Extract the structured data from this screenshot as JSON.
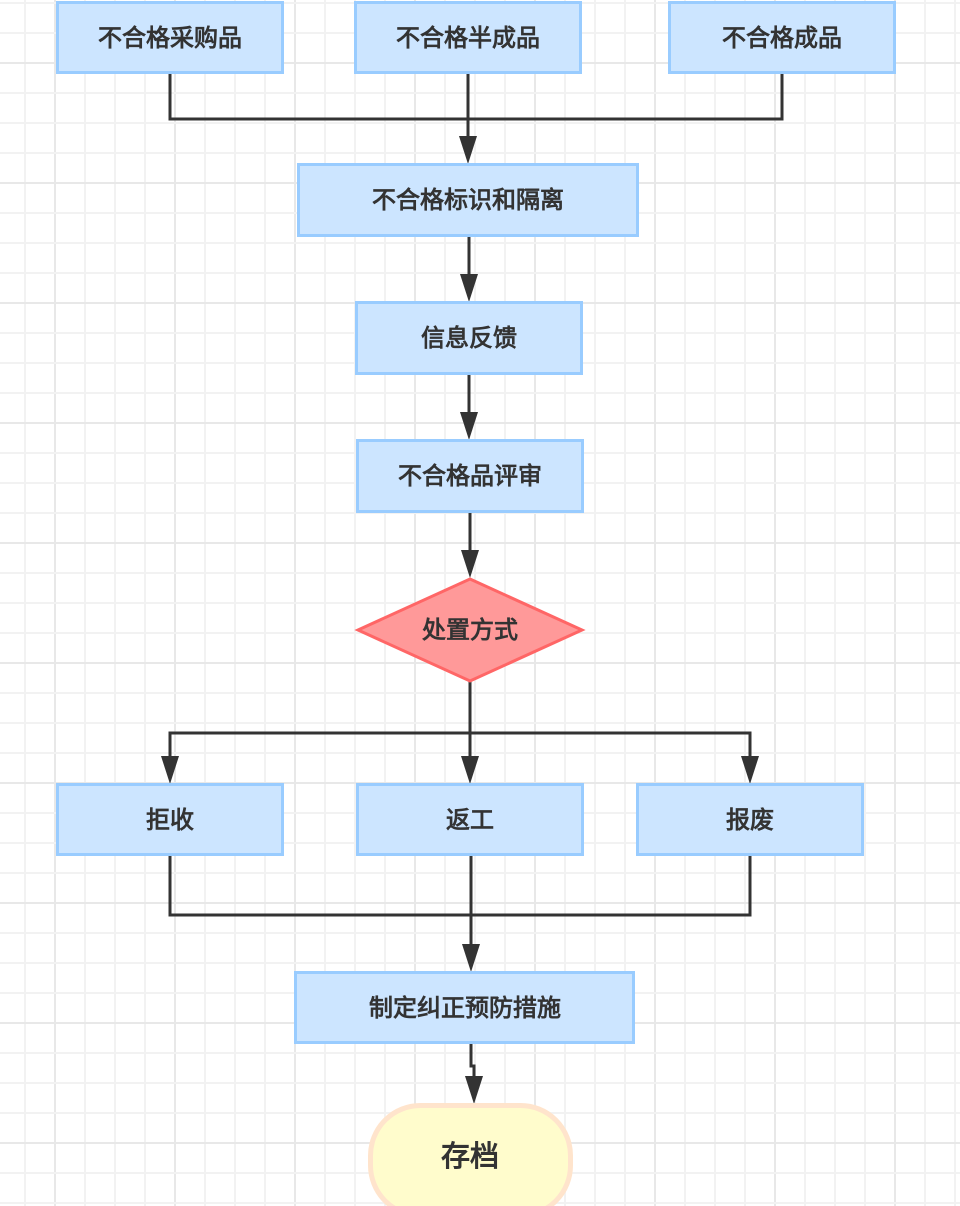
{
  "diagram": {
    "type": "flowchart",
    "colors": {
      "process_fill": "#cce5ff",
      "process_stroke": "#99ccff",
      "decision_fill": "#ff9999",
      "decision_stroke": "#ff6666",
      "terminal_fill": "#fffccc",
      "terminal_stroke": "#ffe4cc",
      "edge": "#333333",
      "text": "#333333"
    },
    "nodes": [
      {
        "id": "n1",
        "kind": "process",
        "label": "不合格采购品"
      },
      {
        "id": "n2",
        "kind": "process",
        "label": "不合格半成品"
      },
      {
        "id": "n3",
        "kind": "process",
        "label": "不合格成品"
      },
      {
        "id": "n4",
        "kind": "process",
        "label": "不合格标识和隔离"
      },
      {
        "id": "n5",
        "kind": "process",
        "label": "信息反馈"
      },
      {
        "id": "n6",
        "kind": "process",
        "label": "不合格品评审"
      },
      {
        "id": "n7",
        "kind": "decision",
        "label": "处置方式"
      },
      {
        "id": "n8",
        "kind": "process",
        "label": "拒收"
      },
      {
        "id": "n9",
        "kind": "process",
        "label": "返工"
      },
      {
        "id": "n10",
        "kind": "process",
        "label": "报废"
      },
      {
        "id": "n11",
        "kind": "process",
        "label": "制定纠正预防措施"
      },
      {
        "id": "n12",
        "kind": "terminal",
        "label": "存档"
      }
    ],
    "edges": [
      {
        "from": "n1",
        "to": "n4"
      },
      {
        "from": "n2",
        "to": "n4"
      },
      {
        "from": "n3",
        "to": "n4"
      },
      {
        "from": "n4",
        "to": "n5"
      },
      {
        "from": "n5",
        "to": "n6"
      },
      {
        "from": "n6",
        "to": "n7"
      },
      {
        "from": "n7",
        "to": "n8"
      },
      {
        "from": "n7",
        "to": "n9"
      },
      {
        "from": "n7",
        "to": "n10"
      },
      {
        "from": "n8",
        "to": "n11"
      },
      {
        "from": "n9",
        "to": "n11"
      },
      {
        "from": "n10",
        "to": "n11"
      },
      {
        "from": "n11",
        "to": "n12"
      }
    ]
  }
}
